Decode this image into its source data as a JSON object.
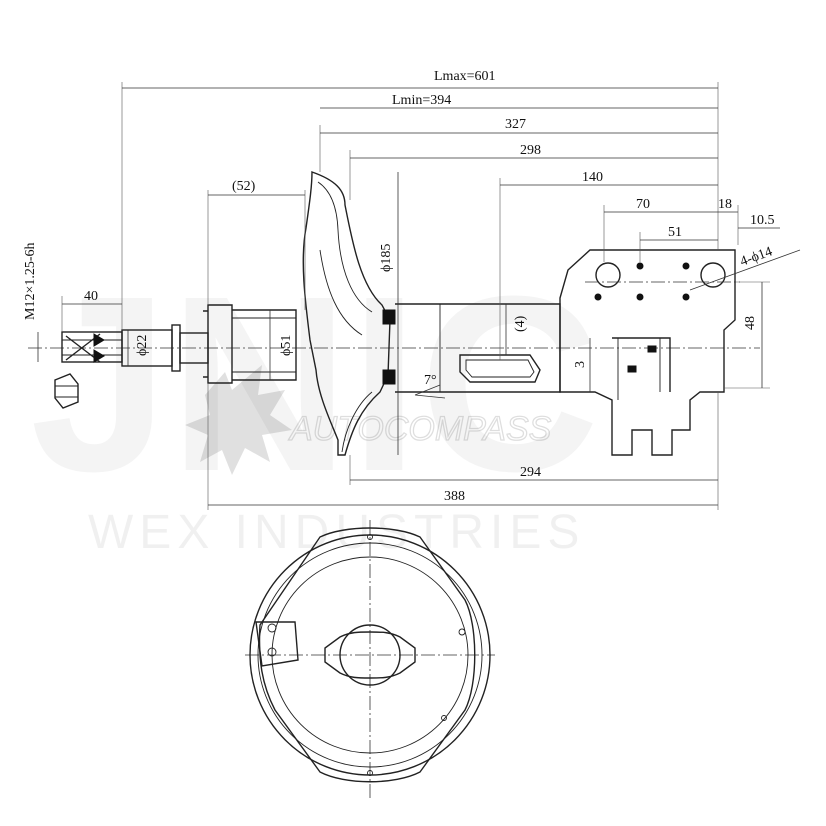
{
  "watermark": {
    "big": "JNIC",
    "brand": "AUTOCOMPASS",
    "company": "WEX INDUSTRIES"
  },
  "dimensions": {
    "lmax": "Lmax=601",
    "lmin": "Lmin=394",
    "d327": "327",
    "d298": "298",
    "d140": "140",
    "d70": "70",
    "d18": "18",
    "d10_5": "10.5",
    "d51": "51",
    "holes": "4-ϕ14",
    "d52": "(52)",
    "thread": "M12×1.25-6h",
    "d40": "40",
    "phi22": "ϕ22",
    "phi51": "ϕ51",
    "phi185": "ϕ185",
    "d4": "(4)",
    "angle7": "7°",
    "d3": "3",
    "d48": "48",
    "d294": "294",
    "d388": "388"
  }
}
